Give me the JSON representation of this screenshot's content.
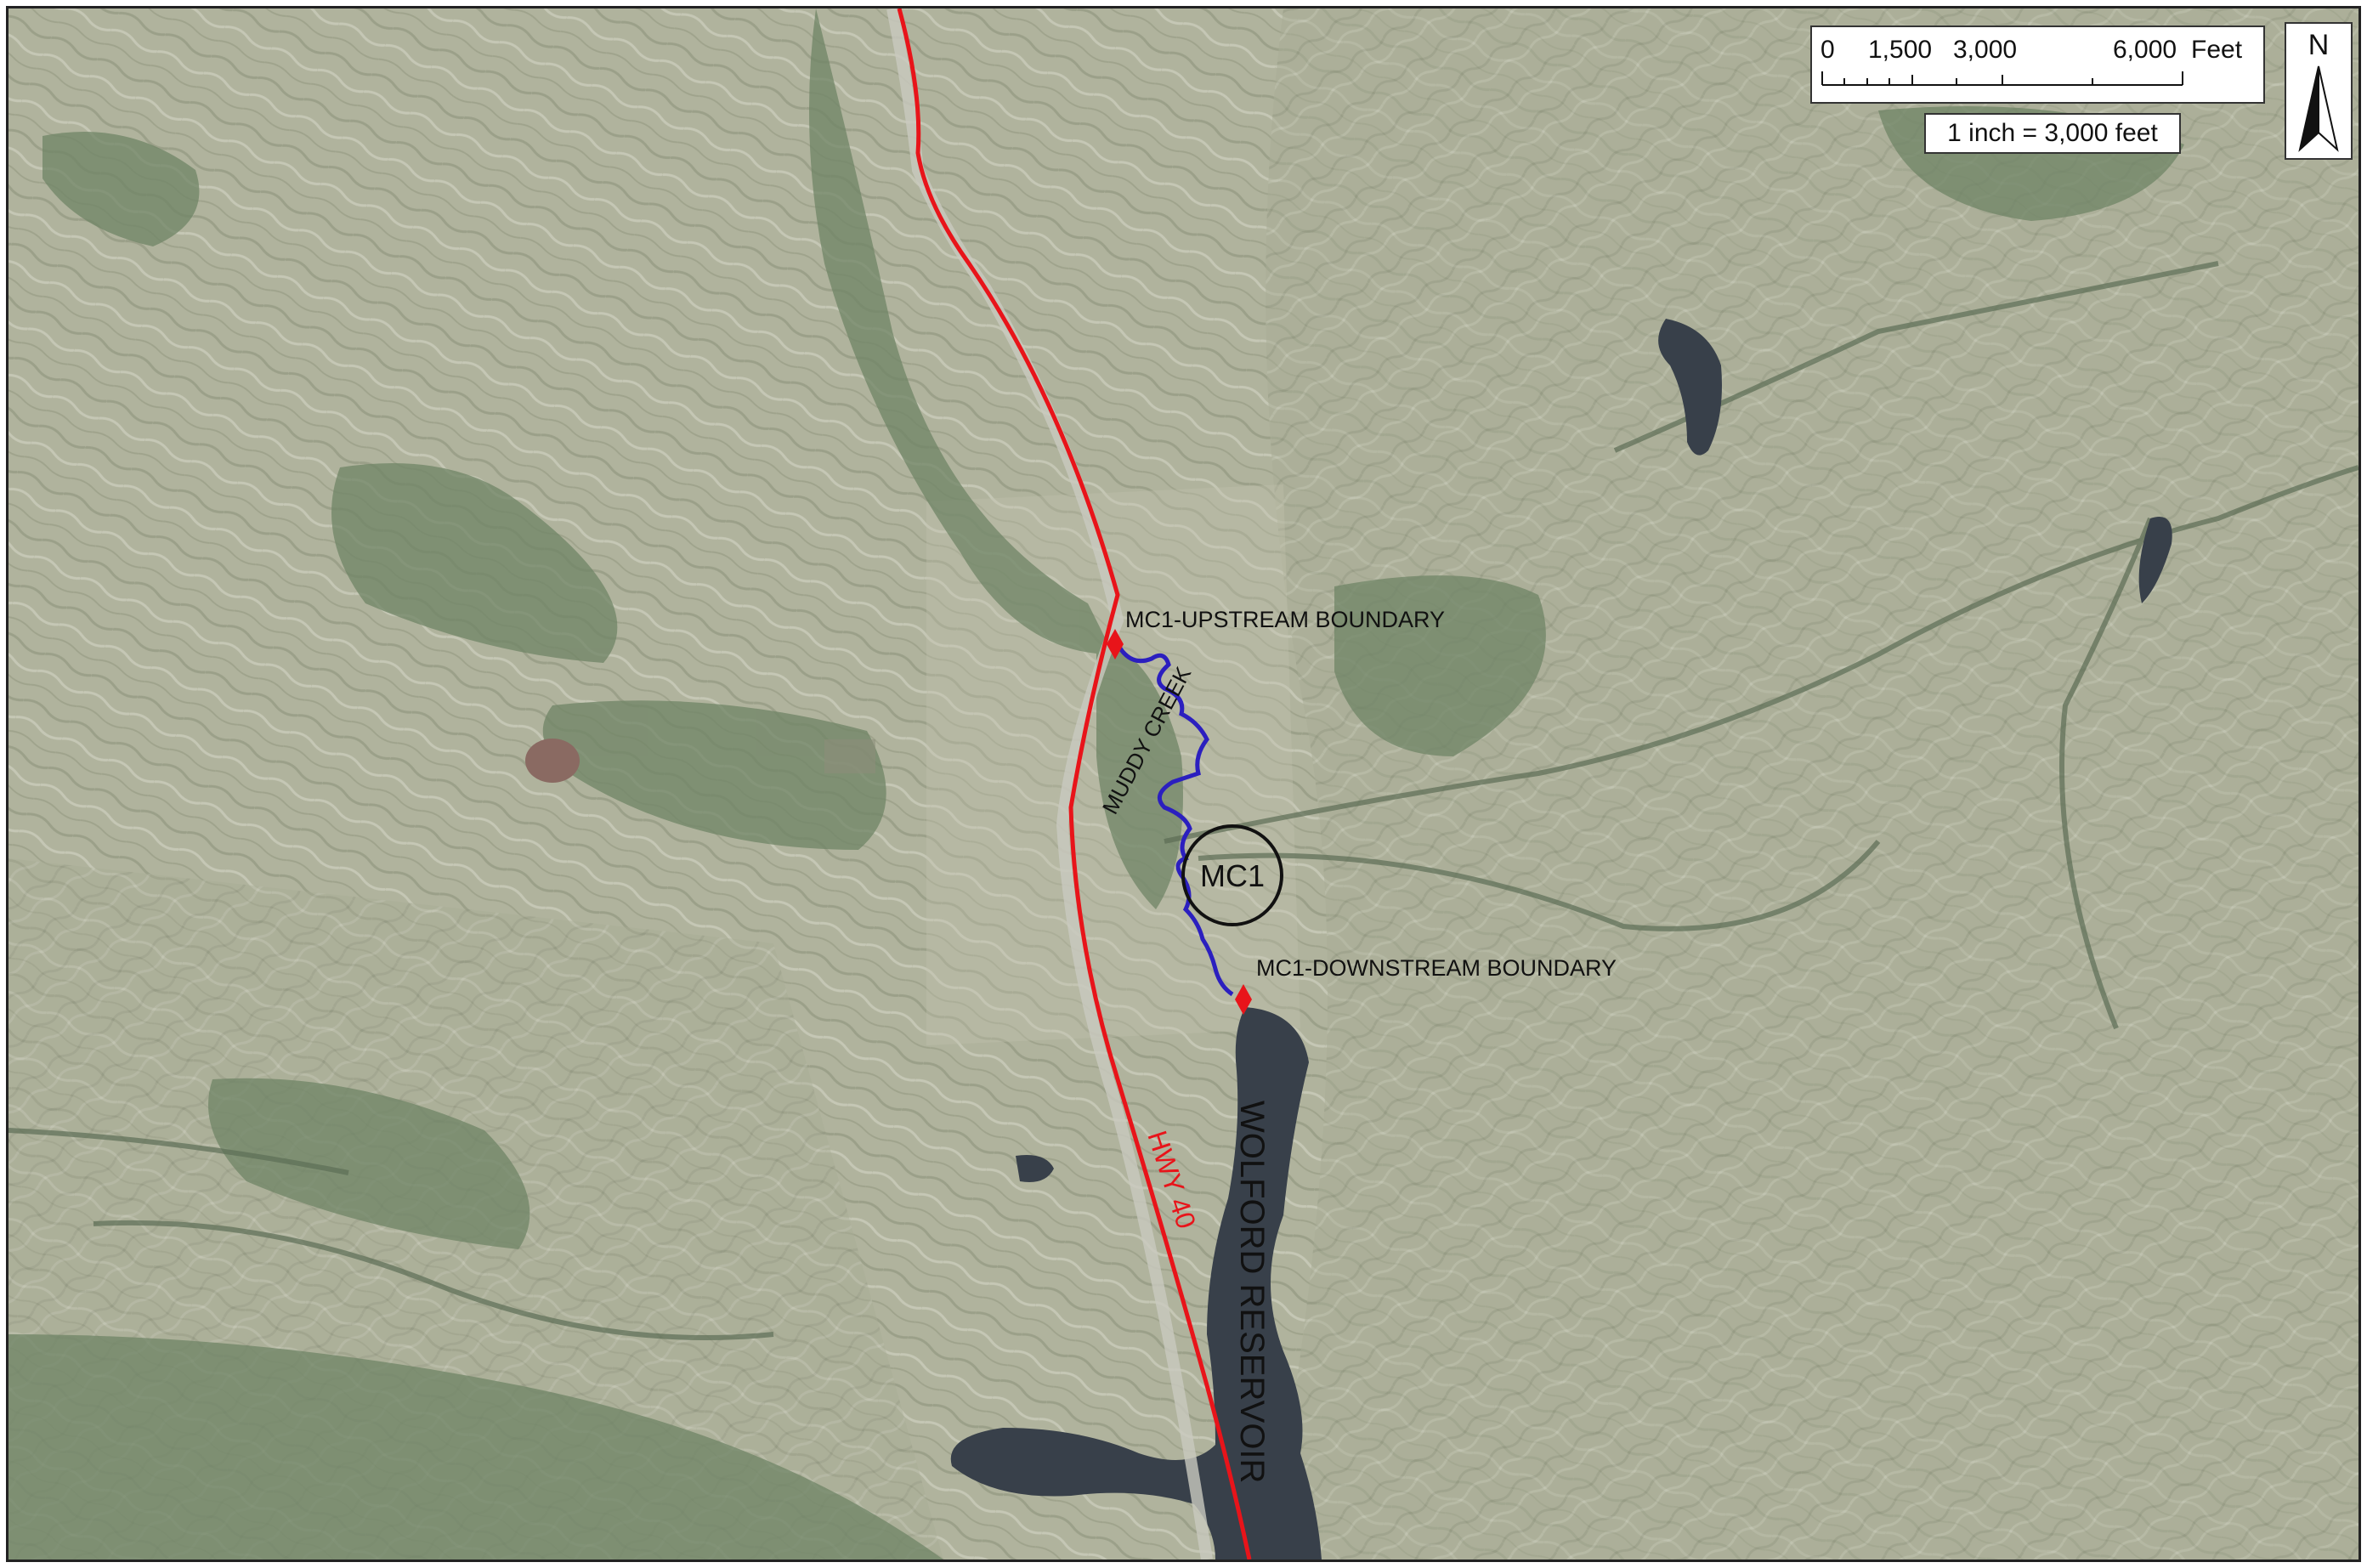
{
  "map": {
    "labels": {
      "upstream": "MC1-UPSTREAM BOUNDARY",
      "downstream": "MC1-DOWNSTREAM BOUNDARY",
      "creek": "MUDDY CREEK",
      "site": "MC1",
      "highway": "HWY 40",
      "reservoir": "WOLFORD RESERVOIR"
    },
    "colors": {
      "terrain_light": "#b3b59f",
      "terrain_mid": "#9ea38c",
      "vegetation": "#6f8465",
      "water": "#38404a",
      "highway_line": "#e8141a",
      "creek_line": "#2b1fbf",
      "boundary_marker": "#e8141a"
    }
  },
  "scale": {
    "ticks": [
      "0",
      "1,500",
      "3,000",
      "6,000"
    ],
    "unit": "Feet",
    "ratio": "1 inch = 3,000 feet"
  },
  "north_arrow": {
    "label": "N",
    "icon": "north-arrow-icon"
  }
}
